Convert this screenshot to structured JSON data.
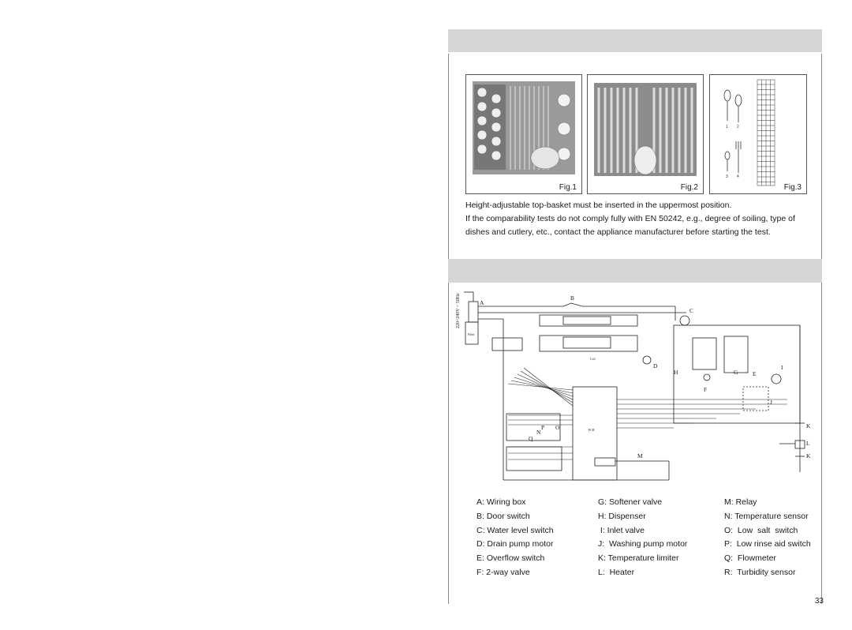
{
  "figures": [
    {
      "caption": "Fig.1",
      "icon": "top-basket-photo"
    },
    {
      "caption": "Fig.2",
      "icon": "bottom-basket-photo"
    },
    {
      "caption": "Fig.3",
      "icon": "cutlery-basket-diagram"
    }
  ],
  "fig3_utensil_numbers": [
    "1",
    "2",
    "3",
    "4"
  ],
  "paragraphs": [
    "Height-adjustable top-basket must be inserted in the uppermost position.",
    "If the comparability tests do not comply fully with EN 50242, e.g., degree of soiling, type of dishes and cutlery, etc., contact the appliance manufacturer before starting the test."
  ],
  "diagram": {
    "supply_label": "220~240V ~ 50Hz",
    "labels": {
      "A": "A",
      "B": "B",
      "C": "C",
      "D": "D",
      "E": "E",
      "F": "F",
      "G": "G",
      "H": "H",
      "I": "I",
      "J": "J",
      "K1": "K",
      "K2": "K",
      "L": "L",
      "M": "M",
      "N": "N",
      "O": "O",
      "P": "P",
      "Q": "Q"
    },
    "small_text": {
      "filter": "Filter",
      "pcb": "PCB",
      "cn3": "Cn3"
    }
  },
  "legend": {
    "col1": [
      "A: Wiring box",
      "B: Door switch",
      "C: Water level switch",
      "D: Drain pump motor",
      "E: Overflow switch",
      "F: 2-way valve"
    ],
    "col2": [
      "G: Softener valve",
      "H: Dispenser",
      " I: Inlet valve",
      "J:  Washing pump motor",
      "K: Temperature limiter",
      "L:  Heater"
    ],
    "col3": [
      "M: Relay",
      "N: Temperature sensor",
      "O:  Low  salt  switch",
      "P:  Low rinse aid switch",
      "Q:  Flowmeter",
      "R:  Turbidity sensor"
    ]
  },
  "page_number": "33",
  "colors": {
    "bar": "#d6d6d6",
    "line": "#222222"
  }
}
